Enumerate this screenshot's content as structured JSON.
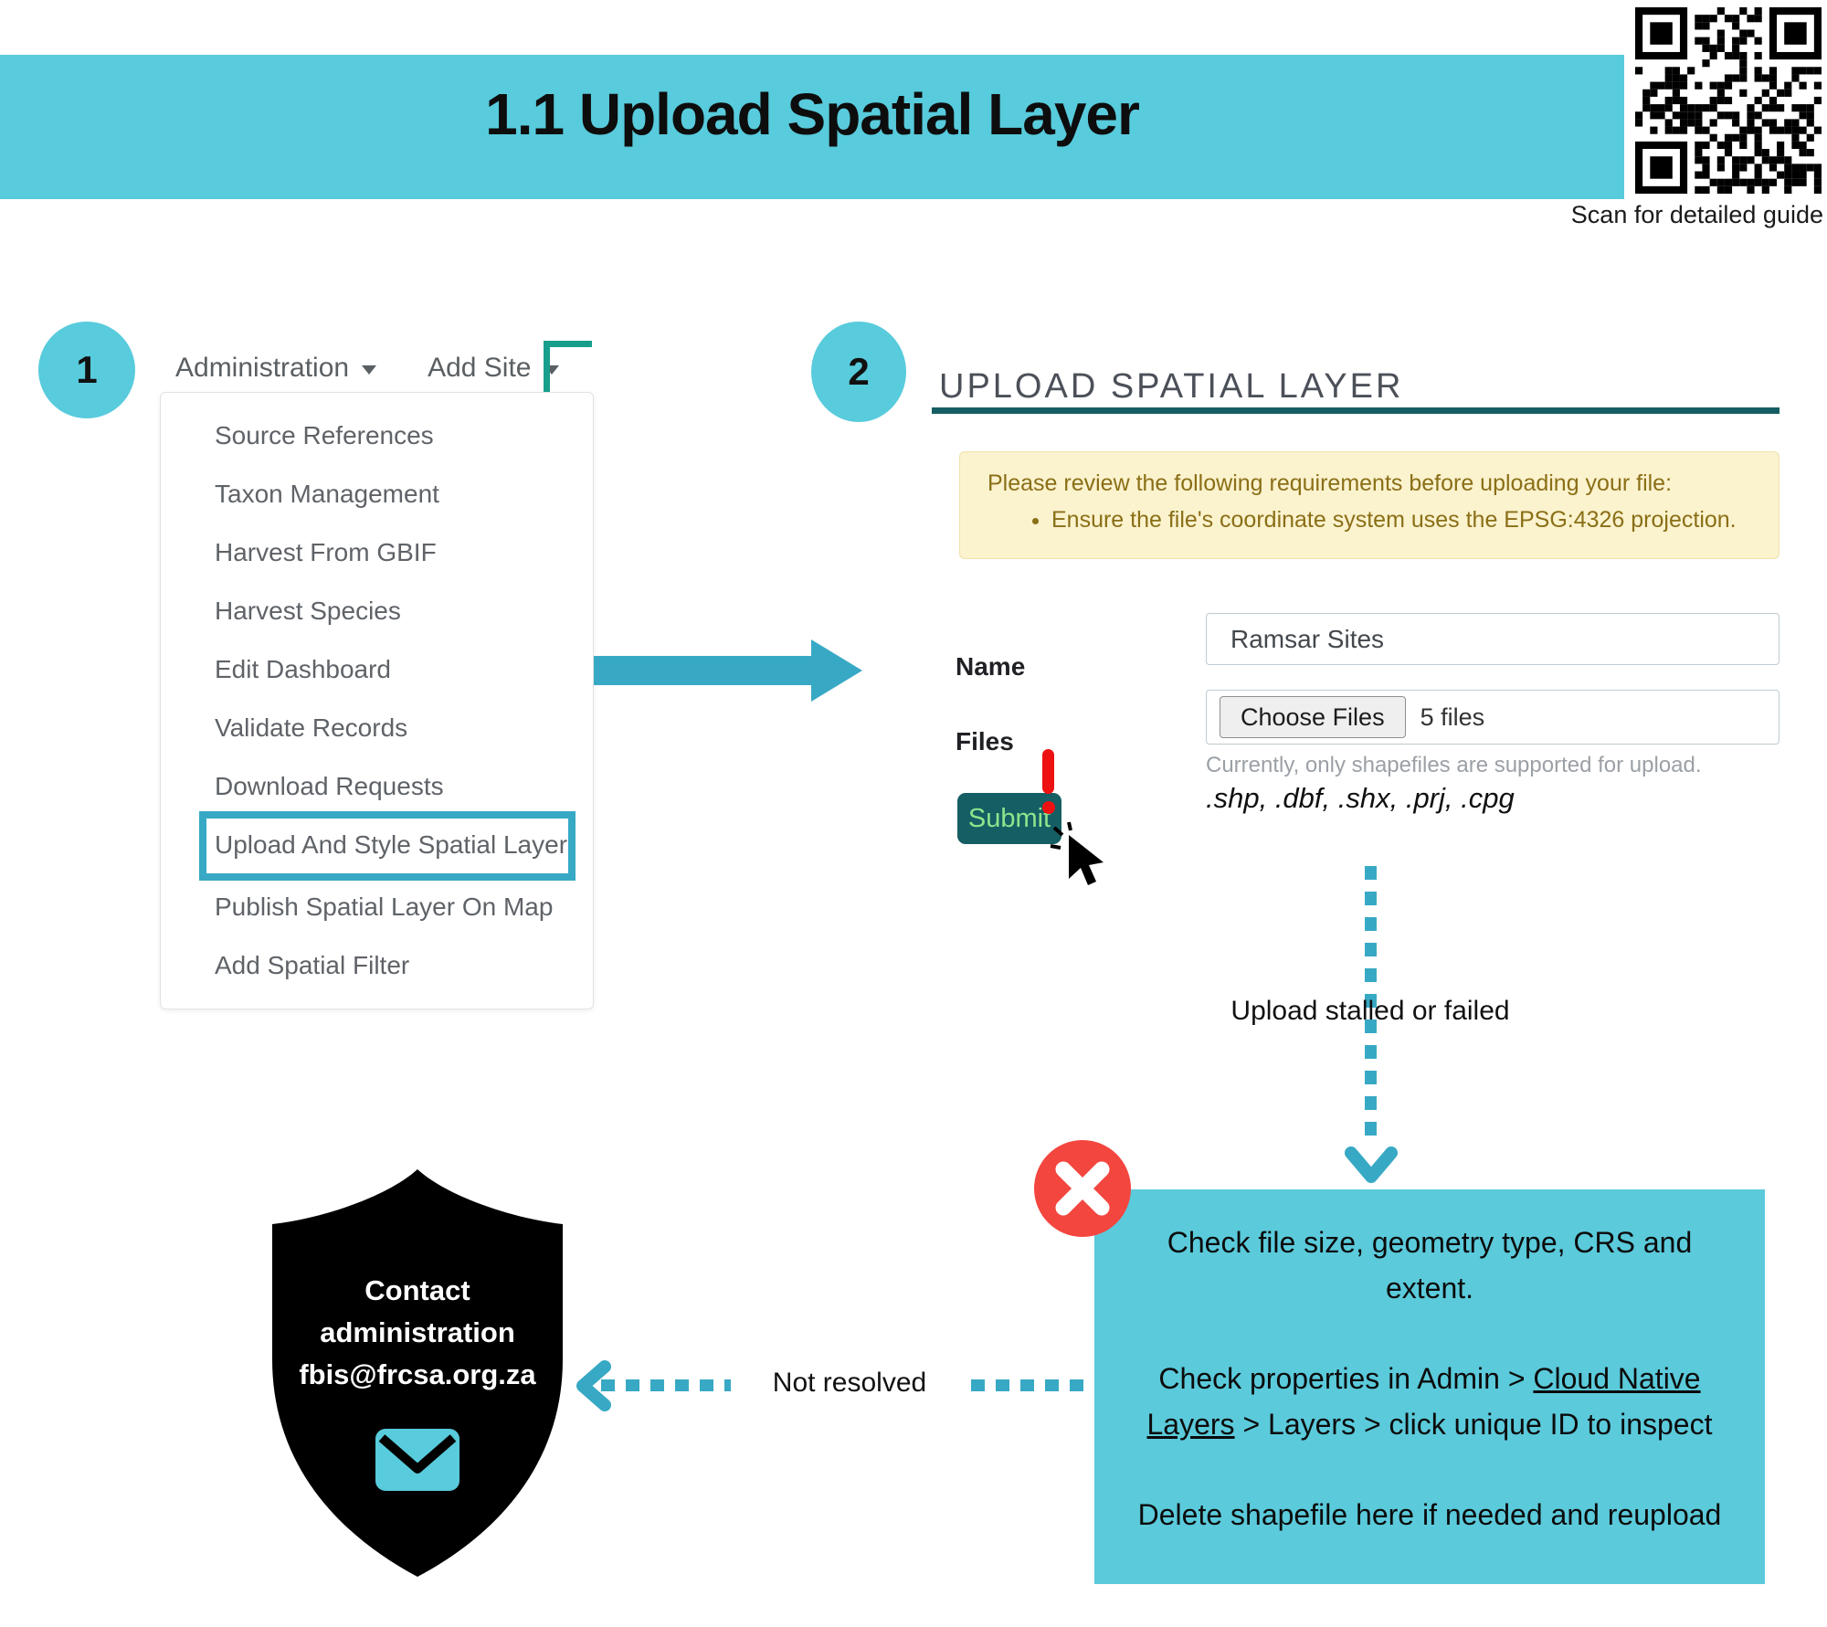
{
  "header": {
    "title": "1.1 Upload Spatial Layer",
    "qr_caption": "Scan for detailed guide"
  },
  "colors": {
    "banner_teal": "#58CBDC",
    "accent_teal": "#38A9C4",
    "dark_teal": "#155E64",
    "bracket_green": "#189E8C",
    "notice_bg": "#FBF2CE",
    "notice_text": "#8A6F16",
    "error_red": "#F3463F",
    "submit_text_green": "#8FE58C"
  },
  "step1": {
    "number": "1",
    "menubar": {
      "admin_label": "Administration",
      "add_site_label": "Add Site"
    },
    "menu_items": [
      "Source References",
      "Taxon Management",
      "Harvest From GBIF",
      "Harvest Species",
      "Edit Dashboard",
      "Validate Records",
      "Download Requests",
      "Upload And Style Spatial Layer",
      "Publish Spatial Layer On Map",
      "Add Spatial Filter"
    ],
    "highlighted_item": "Upload And Style Spatial Layer"
  },
  "step2": {
    "number": "2",
    "heading": "UPLOAD SPATIAL LAYER",
    "notice": {
      "intro": "Please review the following requirements before uploading your file:",
      "bullet": "Ensure the file's coordinate system uses the EPSG:4326 projection."
    },
    "form": {
      "name_label": "Name",
      "name_value": "Ramsar Sites",
      "files_label": "Files",
      "choose_files_label": "Choose Files",
      "files_count": "5 files",
      "helper": "Currently, only shapefiles are supported for upload.",
      "extensions": ".shp, .dbf, .shx, .prj, .cpg",
      "submit_label": "Submit"
    }
  },
  "flow": {
    "stalled_label": "Upload stalled or failed",
    "not_resolved_label": "Not resolved",
    "error_box": {
      "line1": "Check file size, geometry type, CRS and extent.",
      "line2_prefix": "Check properties in Admin > ",
      "line2_link": "Cloud Native Layers",
      "line2_suffix": " > Layers > click unique ID to inspect",
      "line3": "Delete shapefile here if needed and reupload"
    },
    "contact": {
      "line1": "Contact",
      "line2": "administration",
      "line3": "fbis@frcsa.org.za"
    }
  }
}
